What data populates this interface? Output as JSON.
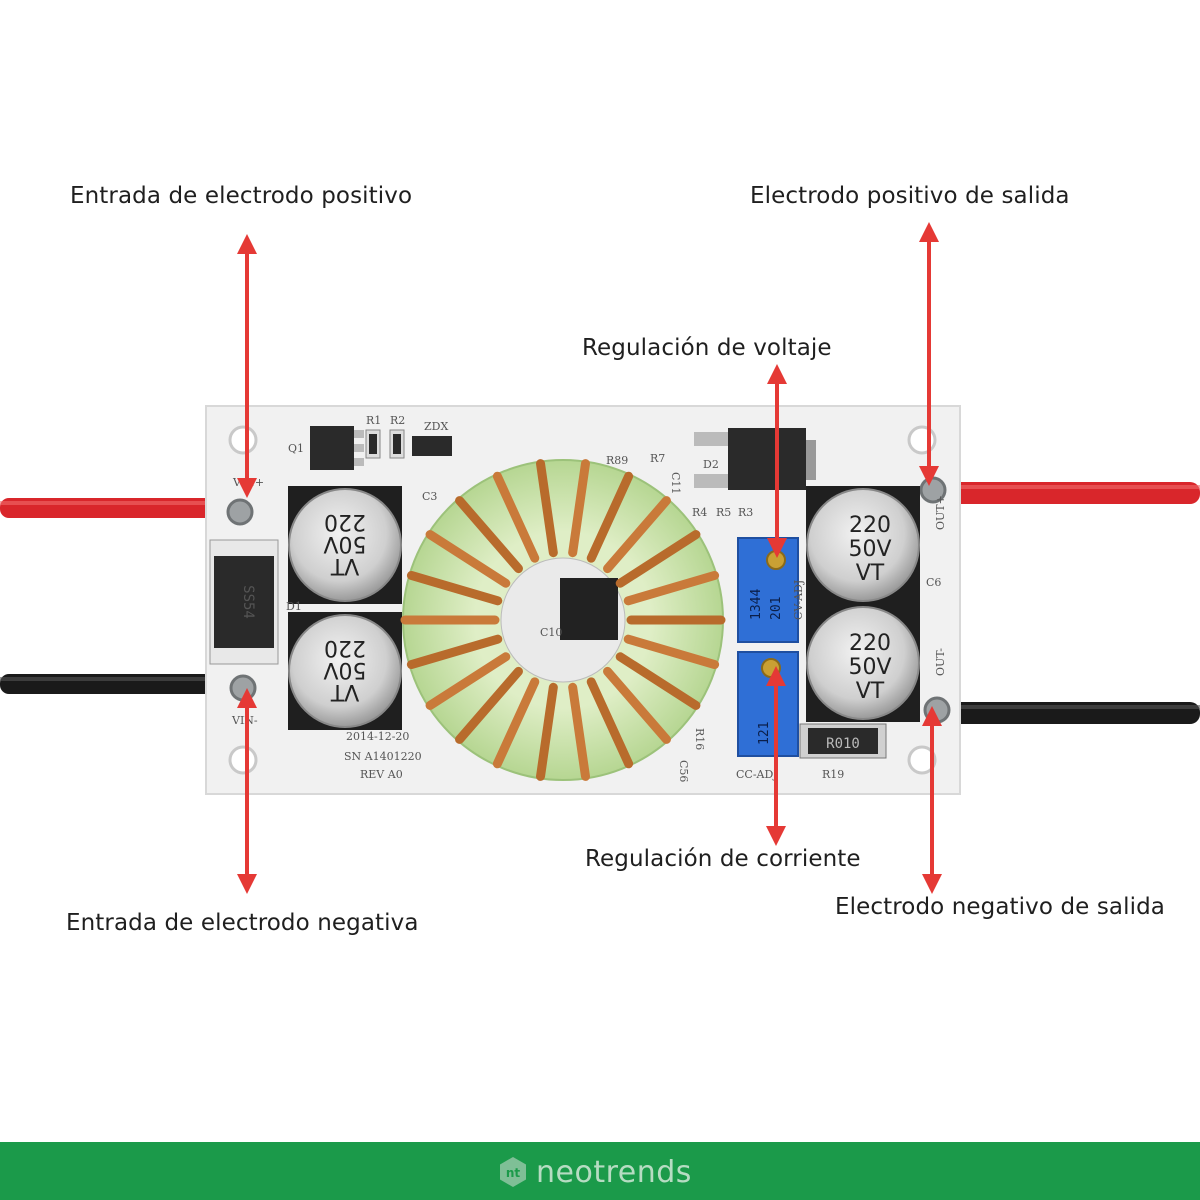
{
  "labels": {
    "input_positive": "Entrada de electrodo  positivo",
    "output_positive": "Electrodo positivo de salida",
    "voltage_regulation": "Regulación de voltaje",
    "current_regulation": "Regulación de corriente",
    "input_negative": "Entrada de electrodo  negativa",
    "output_negative": "Electrodo negativo de salida"
  },
  "board": {
    "vin_plus": "VIN+",
    "vin_minus": "VIN-",
    "out_plus": "OUT+",
    "out_minus": "OUT-",
    "r1": "R1",
    "r2": "R2",
    "zdx": "ZDX",
    "q1": "Q1",
    "c3": "C3",
    "d1": "D1",
    "d2": "D2",
    "r89": "R89",
    "r7": "R7",
    "c11": "C11",
    "r4": "R4",
    "r5": "R5",
    "r3": "R3",
    "c10": "C10",
    "r16": "R16",
    "c56": "C56",
    "c6": "C6",
    "r19": "R19",
    "r010": "R010",
    "cc_adj": "CC-ADJ",
    "cv_adj": "CV-ADJ",
    "date": "2014-12-20",
    "serial": "SN A1401220",
    "rev": "REV A0",
    "ss54": "SS54",
    "cap_value": "220",
    "cap_voltage": "50V",
    "cap_series": "VT",
    "pot_top_code_1": "1344",
    "pot_top_code_2": "201",
    "pot_bottom_code": "121"
  },
  "brand": {
    "name": "neotrends"
  },
  "colors": {
    "arrow": "#e53935",
    "footer": "#1b9a4a",
    "wire_red": "#d9262b",
    "wire_black": "#1a1a1a",
    "copper": "#c97a3a",
    "core": "#c9e3a7",
    "pot_blue": "#2f6fd6"
  }
}
